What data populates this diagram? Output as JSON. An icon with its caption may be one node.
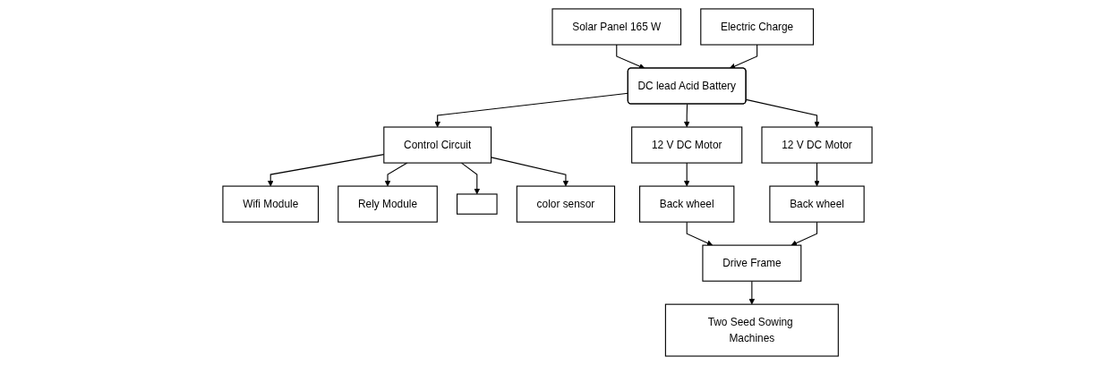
{
  "diagram": {
    "nodes": [
      {
        "text": [
          "Solar Panel 165 W"
        ]
      },
      {
        "text": [
          "Electric Charge"
        ]
      },
      {
        "text": [
          "DC lead Acid Battery"
        ]
      },
      {
        "text": [
          "Control Circuit"
        ]
      },
      {
        "text": [
          "12 V DC Motor"
        ]
      },
      {
        "text": [
          "12 V DC Motor"
        ]
      },
      {
        "text": [
          "Wifi Module"
        ]
      },
      {
        "text": [
          "Rely Module"
        ]
      },
      {
        "text": [],
        "shape": "box"
      },
      {
        "text": [
          "color sensor"
        ]
      },
      {
        "text": [
          "Back wheel"
        ]
      },
      {
        "text": [
          "Back wheel"
        ]
      },
      {
        "text": [
          "Drive Frame"
        ]
      },
      {
        "text": [
          "Two Seed Sowing Machines"
        ]
      }
    ],
    "edges": [
      {
        "from": 0,
        "to": 2,
        "arrow": "to"
      },
      {
        "from": 1,
        "to": 2,
        "arrow": "to"
      },
      {
        "from": 2,
        "to": 3,
        "arrow": "to"
      },
      {
        "from": 2,
        "to": 4,
        "arrow": "to"
      },
      {
        "from": 2,
        "to": 5,
        "arrow": "to"
      },
      {
        "from": 3,
        "to": 6,
        "arrow": "to"
      },
      {
        "from": 3,
        "to": 7,
        "arrow": "to"
      },
      {
        "from": 3,
        "to": 8,
        "arrow": "to"
      },
      {
        "from": 3,
        "to": 9,
        "arrow": "to"
      },
      {
        "from": 4,
        "to": 10,
        "arrow": "to"
      },
      {
        "from": 5,
        "to": 11,
        "arrow": "to"
      },
      {
        "from": 10,
        "to": 12,
        "arrow": "to"
      },
      {
        "from": 11,
        "to": 12,
        "arrow": "to"
      },
      {
        "from": 12,
        "to": 13,
        "arrow": "to"
      }
    ]
  }
}
